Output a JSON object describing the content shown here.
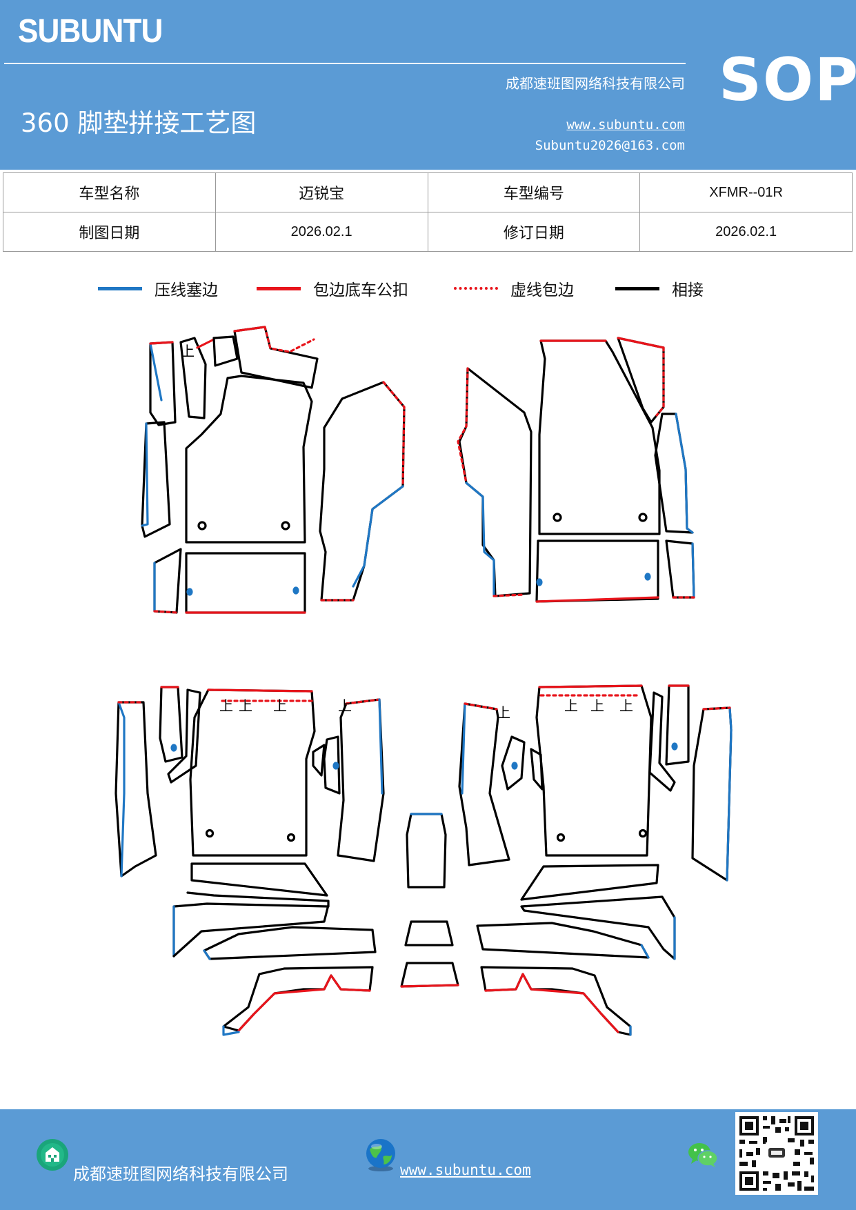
{
  "header": {
    "brand": "SUBUNTU",
    "title": "360 脚垫拼接工艺图",
    "company": "成都速班图网络科技有限公司",
    "website": "www.subuntu.com",
    "email": "Subuntu2026@163.com",
    "doc_type": "SOP"
  },
  "info_table": {
    "model_name_label": "车型名称",
    "model_name": "迈锐宝",
    "model_code_label": "车型编号",
    "model_code": "XFMR--01R",
    "draw_date_label": "制图日期",
    "draw_date": "2026.02.1",
    "revise_date_label": "修订日期",
    "revise_date": "2026.02.1"
  },
  "legend": [
    {
      "label": "压线塞边",
      "color": "#1f77c4",
      "style": "solid"
    },
    {
      "label": "包边底车公扣",
      "color": "#e8141b",
      "style": "solid"
    },
    {
      "label": "虚线包边",
      "color": "#e8141b",
      "style": "dotted"
    },
    {
      "label": "相接",
      "color": "#000000",
      "style": "solid"
    }
  ],
  "drawing": {
    "mark_text": "上"
  },
  "footer": {
    "company": "成都速班图网络科技有限公司",
    "website": "www.subuntu.com"
  },
  "colors": {
    "header_bg": "#5b9bd5",
    "blue_edge": "#1f77c4",
    "red_edge": "#e8141b",
    "joint": "#000000"
  }
}
